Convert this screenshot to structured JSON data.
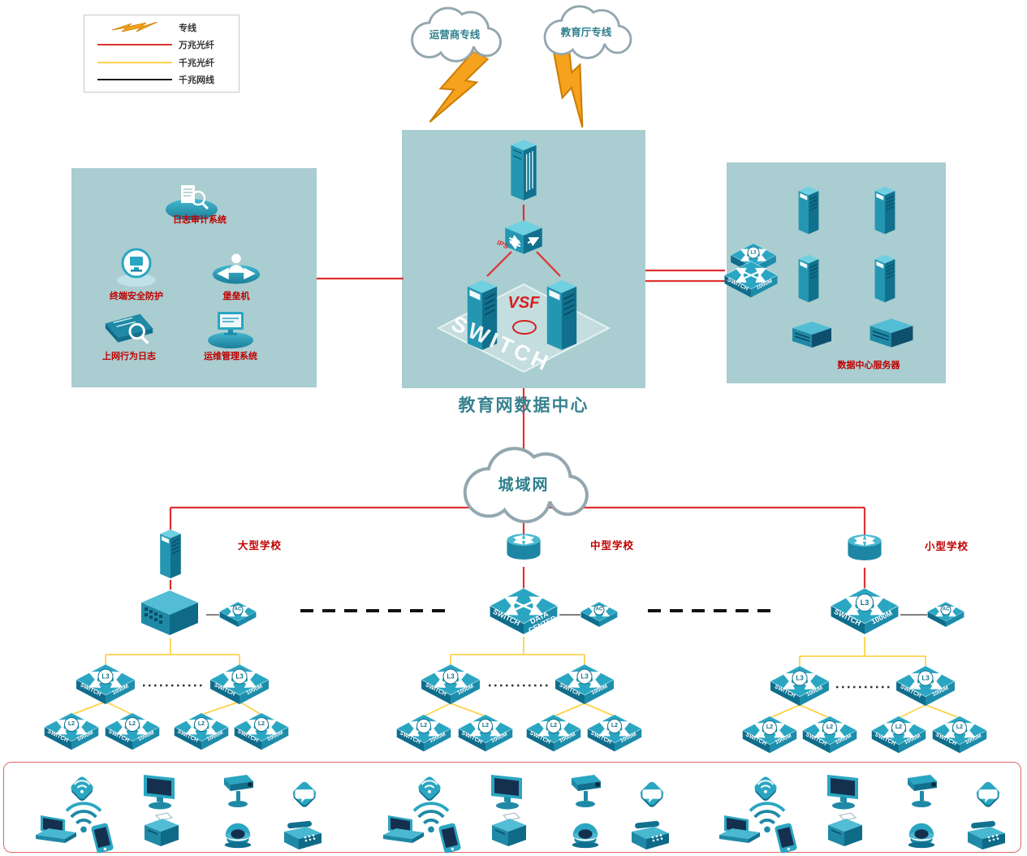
{
  "legend": {
    "items": [
      {
        "label": "专线",
        "type": "lightning"
      },
      {
        "label": "万兆光纤",
        "type": "line",
        "color": "#e03131"
      },
      {
        "label": "千兆光纤",
        "type": "line",
        "color": "#ffd24d"
      },
      {
        "label": "千兆网线",
        "type": "line",
        "color": "#1a1a1a"
      }
    ]
  },
  "clouds": {
    "carrier": "运营商专线",
    "education": "教育厅专线",
    "metro": "城域网"
  },
  "datacenter": {
    "title": "教育网数据中心",
    "ips_label": "IPS",
    "vsf_label": "VSF",
    "switch_watermark": "SWITCH"
  },
  "security_zone": {
    "items": [
      "日志审计系统",
      "终端安全防护",
      "堡垒机",
      "上网行为日志",
      "运维管理系统"
    ]
  },
  "server_zone": {
    "label": "数据中心服务器"
  },
  "schools": [
    {
      "name": "大型学校"
    },
    {
      "name": "中型学校"
    },
    {
      "name": "小型学校"
    }
  ],
  "labels": {
    "switch": "SWITCH",
    "speed": "1000M",
    "l3": "L3",
    "l2": "L2",
    "ac": "AC",
    "dc": "DATA\nCENTER"
  },
  "edge_devices": {
    "types": [
      "wireless-ap",
      "wifi-signal",
      "desktop-pc",
      "ptz-camera",
      "message-terminal",
      "laptop",
      "smartphone",
      "printer",
      "dome-camera",
      "telephone"
    ],
    "groups": 3
  },
  "colors": {
    "red_fiber": "#e03131",
    "yellow_fiber": "#ffd24d",
    "black_cable": "#1a1a1a",
    "device_teal": "#2aa6c2",
    "zone_bg": "#a9cdd0"
  }
}
